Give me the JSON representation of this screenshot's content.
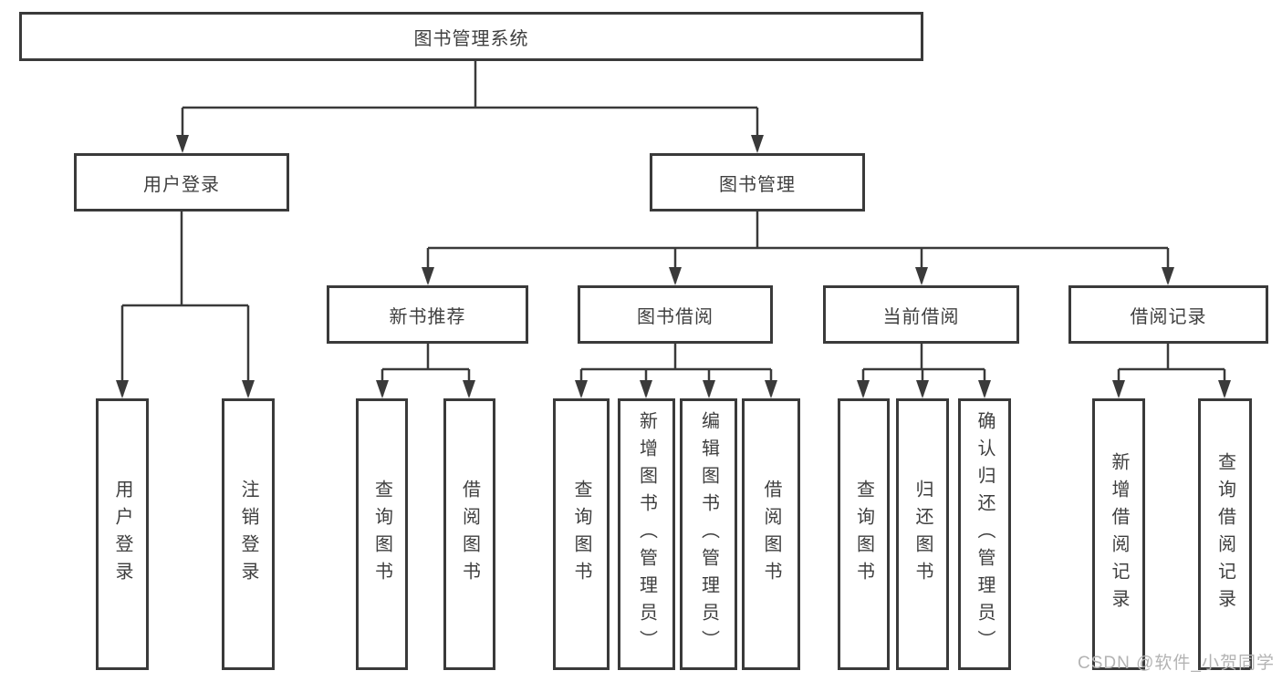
{
  "tree": {
    "root": {
      "label": "图书管理系统"
    },
    "branches": [
      {
        "label": "用户登录",
        "leaves": [
          {
            "label": "用户登录"
          },
          {
            "label": "注销登录"
          }
        ]
      },
      {
        "label": "图书管理",
        "sections": [
          {
            "label": "新书推荐",
            "leaves": [
              {
                "label": "查询图书"
              },
              {
                "label": "借阅图书"
              }
            ]
          },
          {
            "label": "图书借阅",
            "leaves": [
              {
                "label": "查询图书"
              },
              {
                "label": "新增图书（管理员）"
              },
              {
                "label": "编辑图书（管理员）"
              },
              {
                "label": "借阅图书"
              }
            ]
          },
          {
            "label": "当前借阅",
            "leaves": [
              {
                "label": "查询图书"
              },
              {
                "label": "归还图书"
              },
              {
                "label": "确认归还（管理员）"
              }
            ]
          },
          {
            "label": "借阅记录",
            "leaves": [
              {
                "label": "新增借阅记录"
              },
              {
                "label": "查询借阅记录"
              }
            ]
          }
        ]
      }
    ]
  },
  "watermark": {
    "text": "CSDN @软件_小贺同学"
  },
  "colors": {
    "line": "#3a3a3a",
    "text": "#3f3f3f",
    "watermark": "#b3b3b3",
    "background": "#ffffff"
  }
}
